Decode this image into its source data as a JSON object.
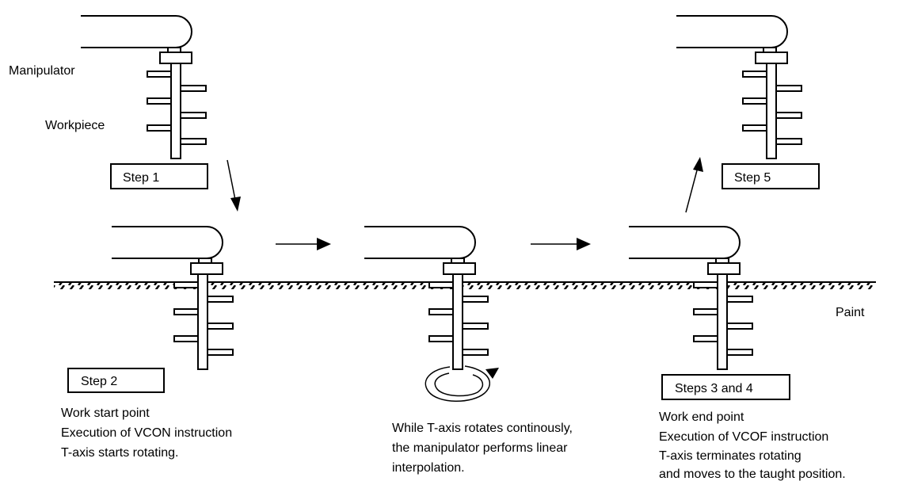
{
  "labels": {
    "manipulator": "Manipulator",
    "workpiece": "Workpiece",
    "paint": "Paint"
  },
  "steps": {
    "step1": "Step 1",
    "step2": "Step 2",
    "steps34": "Steps 3 and 4",
    "step5": "Step 5"
  },
  "captions": {
    "start": [
      "Work start point",
      "Execution of VCON instruction",
      "T-axis starts rotating."
    ],
    "middle": [
      "While T-axis rotates continously,",
      "the manipulator performs linear",
      "interpolation."
    ],
    "end": [
      "Work end point",
      "Execution of VCOF instruction",
      "T-axis terminates rotating",
      "and moves to the taught position."
    ]
  },
  "colors": {
    "line": "#000000",
    "background": "#ffffff"
  }
}
